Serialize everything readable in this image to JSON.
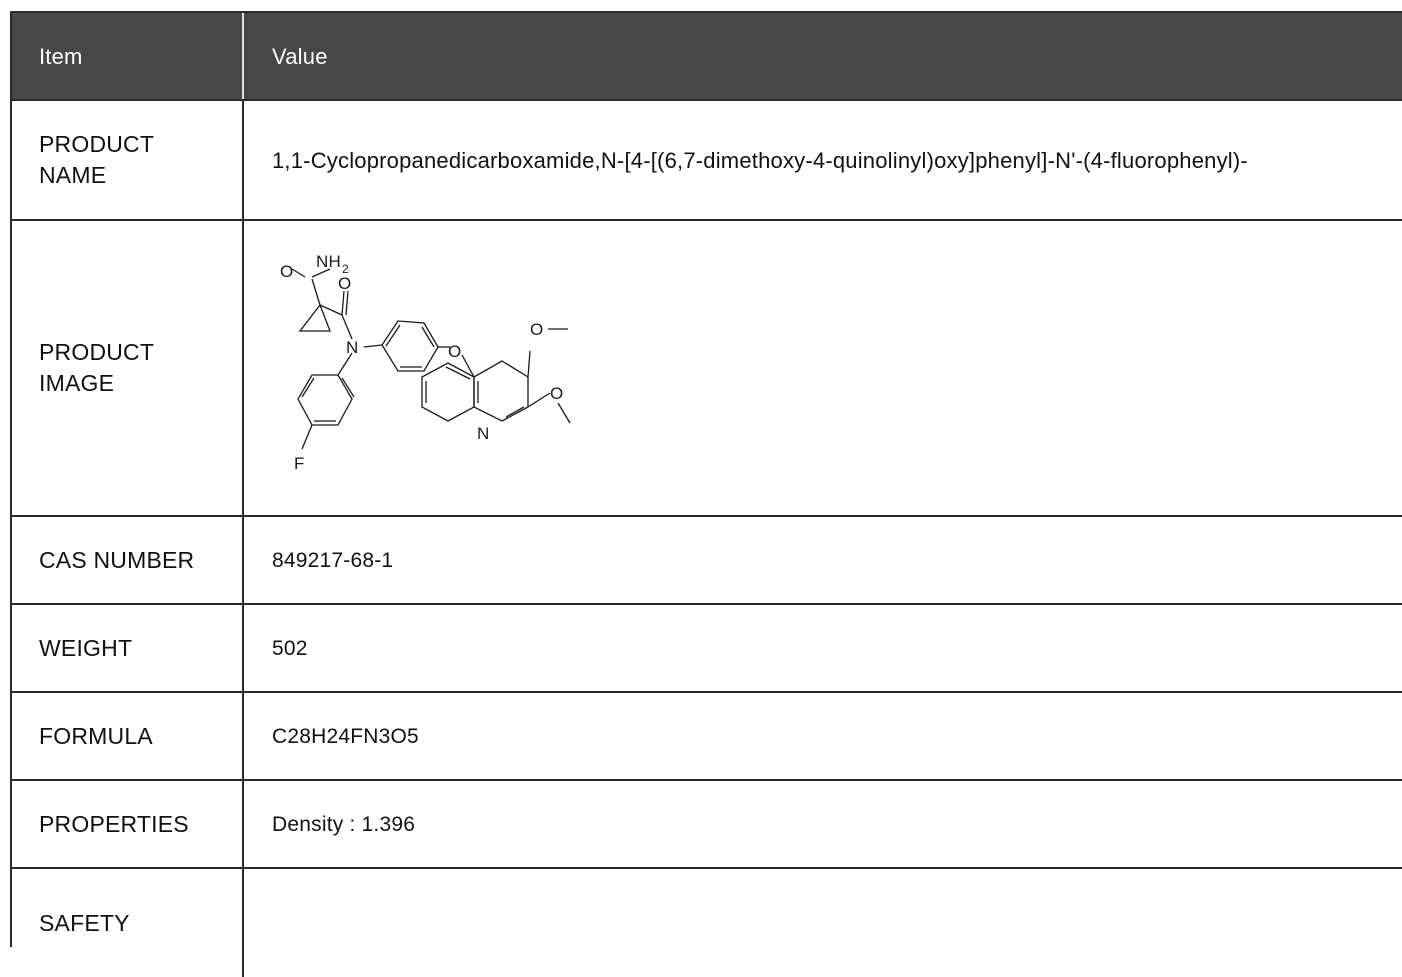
{
  "table": {
    "header": {
      "item": "Item",
      "value": "Value"
    },
    "rows": [
      {
        "item": "PRODUCT\nNAME",
        "value": "1,1-Cyclopropanedicarboxamide,N-[4-[(6,7-dimethoxy-4-quinolinyl)oxy]phenyl]-N'-(4-fluorophenyl)-"
      },
      {
        "item": "PRODUCT\nIMAGE",
        "value": ""
      },
      {
        "item": "CAS NUMBER",
        "value": "849217-68-1"
      },
      {
        "item": "WEIGHT",
        "value": "502"
      },
      {
        "item": "FORMULA",
        "value": "C28H24FN3O5"
      },
      {
        "item": "PROPERTIES",
        "value": "Density : 1.396"
      },
      {
        "item": "SAFETY",
        "value": ""
      }
    ]
  },
  "structure_atoms": {
    "o1": "O",
    "nh2": "NH",
    "sub2": "2",
    "o2": "O",
    "n1": "N",
    "o3": "O",
    "o4": "O",
    "o5": "O",
    "n2": "N",
    "f": "F"
  },
  "colors": {
    "header_bg": "#474747",
    "header_text": "#ffffff",
    "border": "#2b2b2b"
  }
}
